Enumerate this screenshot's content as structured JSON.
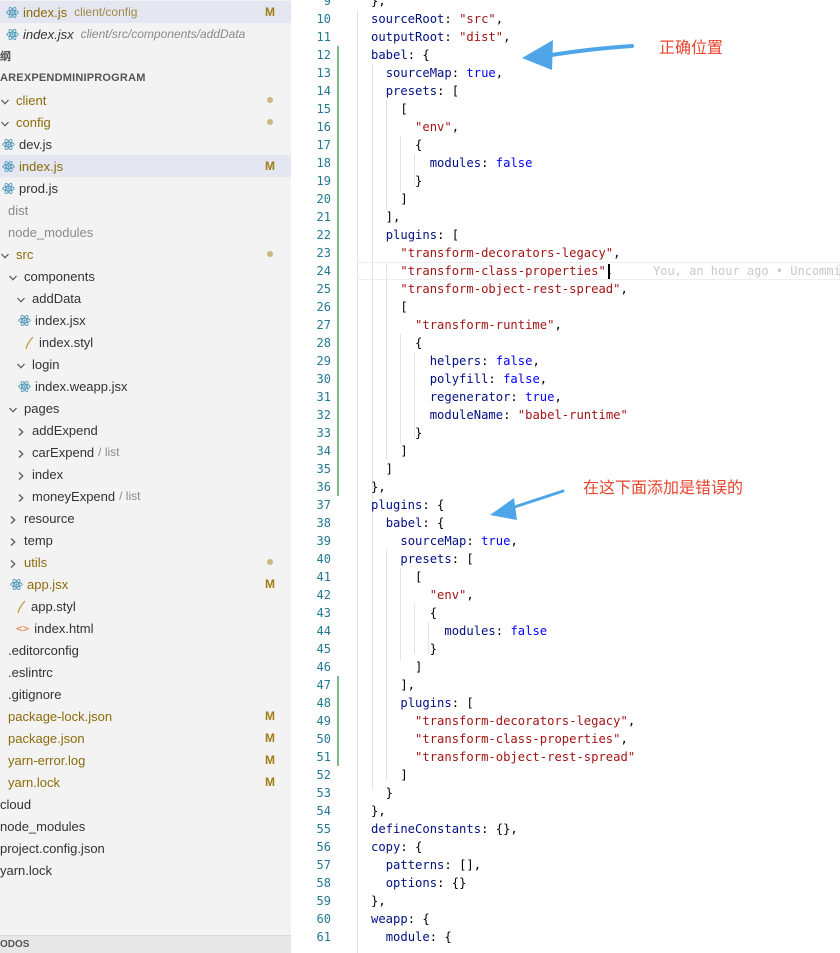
{
  "sidebar": {
    "rows": [
      {
        "kind": "file",
        "icon": "react",
        "label": "index.js",
        "hint": "client/config",
        "badge": "M",
        "depth": 0,
        "tone": "mod",
        "selected": true
      },
      {
        "kind": "file",
        "icon": "react",
        "label": "index.jsx",
        "hint": "client/src/components/addData",
        "depth": 0,
        "italic": true
      },
      {
        "kind": "header",
        "label": "纲"
      },
      {
        "kind": "header",
        "label": "AREXPENDMINIPROGRAM"
      },
      {
        "kind": "folder",
        "chevron": "down",
        "label": "client",
        "dot": true,
        "depth": -1,
        "tone": "mod"
      },
      {
        "kind": "folder",
        "chevron": "down",
        "label": "config",
        "dot": true,
        "depth": 0,
        "tone": "mod"
      },
      {
        "kind": "file",
        "icon": "react",
        "label": "dev.js",
        "depth": 0
      },
      {
        "kind": "file",
        "icon": "react",
        "label": "index.js",
        "badge": "M",
        "depth": 0,
        "tone": "mod",
        "selected": true
      },
      {
        "kind": "file",
        "icon": "react",
        "label": "prod.js",
        "depth": 0
      },
      {
        "kind": "folder",
        "label": "dist",
        "depth": 0,
        "tone": "dim"
      },
      {
        "kind": "folder",
        "label": "node_modules",
        "depth": 0,
        "tone": "dim"
      },
      {
        "kind": "folder",
        "chevron": "down",
        "label": "src",
        "dot": true,
        "depth": 0,
        "tone": "mod"
      },
      {
        "kind": "folder",
        "chevron": "down",
        "label": "components",
        "depth": 1
      },
      {
        "kind": "folder",
        "chevron": "down",
        "label": "addData",
        "depth": 2
      },
      {
        "kind": "file",
        "icon": "react",
        "label": "index.jsx",
        "depth": 2
      },
      {
        "kind": "file",
        "icon": "styl",
        "label": "index.styl",
        "depth": 2
      },
      {
        "kind": "folder",
        "chevron": "down",
        "label": "login",
        "depth": 2
      },
      {
        "kind": "file",
        "icon": "react",
        "label": "index.weapp.jsx",
        "depth": 2
      },
      {
        "kind": "folder",
        "chevron": "down",
        "label": "pages",
        "depth": 1
      },
      {
        "kind": "folder",
        "chevron": "right",
        "label": "addExpend",
        "depth": 2
      },
      {
        "kind": "folder",
        "chevron": "right",
        "label": "carExpend",
        "hint": "/ list",
        "depth": 2
      },
      {
        "kind": "folder",
        "chevron": "right",
        "label": "index",
        "depth": 2
      },
      {
        "kind": "folder",
        "chevron": "right",
        "label": "moneyExpend",
        "hint": "/ list",
        "depth": 2
      },
      {
        "kind": "folder",
        "chevron": "right",
        "label": "resource",
        "depth": 1
      },
      {
        "kind": "folder",
        "chevron": "right",
        "label": "temp",
        "depth": 1
      },
      {
        "kind": "folder",
        "chevron": "right",
        "label": "utils",
        "dot": true,
        "depth": 1,
        "tone": "mod"
      },
      {
        "kind": "file",
        "icon": "react",
        "label": "app.jsx",
        "badge": "M",
        "depth": 1,
        "tone": "mod"
      },
      {
        "kind": "file",
        "icon": "styl",
        "label": "app.styl",
        "depth": 1
      },
      {
        "kind": "file",
        "icon": "html",
        "label": "index.html",
        "depth": 1
      },
      {
        "kind": "file",
        "icon": "config",
        "label": ".editorconfig",
        "depth": 0
      },
      {
        "kind": "file",
        "icon": "eslint",
        "label": ".eslintrc",
        "depth": 0
      },
      {
        "kind": "file",
        "icon": "git",
        "label": ".gitignore",
        "depth": 0
      },
      {
        "kind": "file",
        "label": "package-lock.json",
        "badge": "M",
        "depth": 0,
        "tone": "mod"
      },
      {
        "kind": "file",
        "label": "package.json",
        "badge": "M",
        "depth": 0,
        "tone": "mod"
      },
      {
        "kind": "file",
        "label": "yarn-error.log",
        "badge": "M",
        "depth": 0,
        "tone": "mod"
      },
      {
        "kind": "file",
        "label": "yarn.lock",
        "badge": "M",
        "depth": 0,
        "tone": "mod"
      },
      {
        "kind": "folder",
        "label": "cloud",
        "depth": -1
      },
      {
        "kind": "folder",
        "label": "node_modules",
        "depth": -1
      },
      {
        "kind": "file",
        "label": "project.config.json",
        "depth": -1
      },
      {
        "kind": "file",
        "label": "yarn.lock",
        "depth": -1
      }
    ],
    "todos_label": "ODOS"
  },
  "editor": {
    "first_line": 10,
    "lines": [
      [
        [
          "k",
          "sourceRoot"
        ],
        [
          "p",
          ": "
        ],
        [
          "s",
          "\"src\""
        ],
        [
          "p",
          ","
        ]
      ],
      [
        [
          "k",
          "outputRoot"
        ],
        [
          "p",
          ": "
        ],
        [
          "s",
          "\"dist\""
        ],
        [
          "p",
          ","
        ]
      ],
      [
        [
          "k",
          "babel"
        ],
        [
          "p",
          ": {"
        ]
      ],
      [
        [
          "p",
          "  "
        ],
        [
          "k",
          "sourceMap"
        ],
        [
          "p",
          ": "
        ],
        [
          "b",
          "true"
        ],
        [
          "p",
          ","
        ]
      ],
      [
        [
          "p",
          "  "
        ],
        [
          "k",
          "presets"
        ],
        [
          "p",
          ": ["
        ]
      ],
      [
        [
          "p",
          "    ["
        ]
      ],
      [
        [
          "p",
          "      "
        ],
        [
          "s",
          "\"env\""
        ],
        [
          "p",
          ","
        ]
      ],
      [
        [
          "p",
          "      {"
        ]
      ],
      [
        [
          "p",
          "        "
        ],
        [
          "k",
          "modules"
        ],
        [
          "p",
          ": "
        ],
        [
          "b",
          "false"
        ]
      ],
      [
        [
          "p",
          "      }"
        ]
      ],
      [
        [
          "p",
          "    ]"
        ]
      ],
      [
        [
          "p",
          "  ],"
        ]
      ],
      [
        [
          "p",
          "  "
        ],
        [
          "k",
          "plugins"
        ],
        [
          "p",
          ": ["
        ]
      ],
      [
        [
          "p",
          "    "
        ],
        [
          "s",
          "\"transform-decorators-legacy\""
        ],
        [
          "p",
          ","
        ]
      ],
      [
        [
          "p",
          "    "
        ],
        [
          "s",
          "\"transform-class-properties\""
        ],
        [
          "p",
          ","
        ]
      ],
      [
        [
          "p",
          "    "
        ],
        [
          "s",
          "\"transform-object-rest-spread\""
        ],
        [
          "p",
          ","
        ]
      ],
      [
        [
          "p",
          "    ["
        ]
      ],
      [
        [
          "p",
          "      "
        ],
        [
          "s",
          "\"transform-runtime\""
        ],
        [
          "p",
          ","
        ]
      ],
      [
        [
          "p",
          "      {"
        ]
      ],
      [
        [
          "p",
          "        "
        ],
        [
          "k",
          "helpers"
        ],
        [
          "p",
          ": "
        ],
        [
          "b",
          "false"
        ],
        [
          "p",
          ","
        ]
      ],
      [
        [
          "p",
          "        "
        ],
        [
          "k",
          "polyfill"
        ],
        [
          "p",
          ": "
        ],
        [
          "b",
          "false"
        ],
        [
          "p",
          ","
        ]
      ],
      [
        [
          "p",
          "        "
        ],
        [
          "k",
          "regenerator"
        ],
        [
          "p",
          ": "
        ],
        [
          "b",
          "true"
        ],
        [
          "p",
          ","
        ]
      ],
      [
        [
          "p",
          "        "
        ],
        [
          "k",
          "moduleName"
        ],
        [
          "p",
          ": "
        ],
        [
          "s",
          "\"babel-runtime\""
        ]
      ],
      [
        [
          "p",
          "      }"
        ]
      ],
      [
        [
          "p",
          "    ]"
        ]
      ],
      [
        [
          "p",
          "  ]"
        ]
      ],
      [
        [
          "p",
          "},"
        ]
      ],
      [
        [
          "k",
          "plugins"
        ],
        [
          "p",
          ": {"
        ]
      ],
      [
        [
          "p",
          "  "
        ],
        [
          "k",
          "babel"
        ],
        [
          "p",
          ": {"
        ]
      ],
      [
        [
          "p",
          "    "
        ],
        [
          "k",
          "sourceMap"
        ],
        [
          "p",
          ": "
        ],
        [
          "b",
          "true"
        ],
        [
          "p",
          ","
        ]
      ],
      [
        [
          "p",
          "    "
        ],
        [
          "k",
          "presets"
        ],
        [
          "p",
          ": ["
        ]
      ],
      [
        [
          "p",
          "      ["
        ]
      ],
      [
        [
          "p",
          "        "
        ],
        [
          "s",
          "\"env\""
        ],
        [
          "p",
          ","
        ]
      ],
      [
        [
          "p",
          "        {"
        ]
      ],
      [
        [
          "p",
          "          "
        ],
        [
          "k",
          "modules"
        ],
        [
          "p",
          ": "
        ],
        [
          "b",
          "false"
        ]
      ],
      [
        [
          "p",
          "        }"
        ]
      ],
      [
        [
          "p",
          "      ]"
        ]
      ],
      [
        [
          "p",
          "    ],"
        ]
      ],
      [
        [
          "p",
          "    "
        ],
        [
          "k",
          "plugins"
        ],
        [
          "p",
          ": ["
        ]
      ],
      [
        [
          "p",
          "      "
        ],
        [
          "s",
          "\"transform-decorators-legacy\""
        ],
        [
          "p",
          ","
        ]
      ],
      [
        [
          "p",
          "      "
        ],
        [
          "s",
          "\"transform-class-properties\""
        ],
        [
          "p",
          ","
        ]
      ],
      [
        [
          "p",
          "      "
        ],
        [
          "s",
          "\"transform-object-rest-spread\""
        ]
      ],
      [
        [
          "p",
          "    ]"
        ]
      ],
      [
        [
          "p",
          "  }"
        ]
      ],
      [
        [
          "p",
          "},"
        ]
      ],
      [
        [
          "k",
          "defineConstants"
        ],
        [
          "p",
          ": {},"
        ]
      ],
      [
        [
          "k",
          "copy"
        ],
        [
          "p",
          ": {"
        ]
      ],
      [
        [
          "p",
          "  "
        ],
        [
          "k",
          "patterns"
        ],
        [
          "p",
          ": [],"
        ]
      ],
      [
        [
          "p",
          "  "
        ],
        [
          "k",
          "options"
        ],
        [
          "p",
          ": {}"
        ]
      ],
      [
        [
          "p",
          "},"
        ]
      ],
      [
        [
          "k",
          "weapp"
        ],
        [
          "p",
          ": {"
        ]
      ],
      [
        [
          "p",
          "  "
        ],
        [
          "k",
          "module"
        ],
        [
          "p",
          ": {"
        ]
      ]
    ],
    "blame_text": "You, an hour ago • Uncommi"
  },
  "annotations": {
    "correct": "正确位置",
    "wrong": "在这下面添加是错误的"
  },
  "colors": {
    "annotation": "#e8452f",
    "arrow": "#4ea6e8",
    "git_added": "#81b88b"
  }
}
